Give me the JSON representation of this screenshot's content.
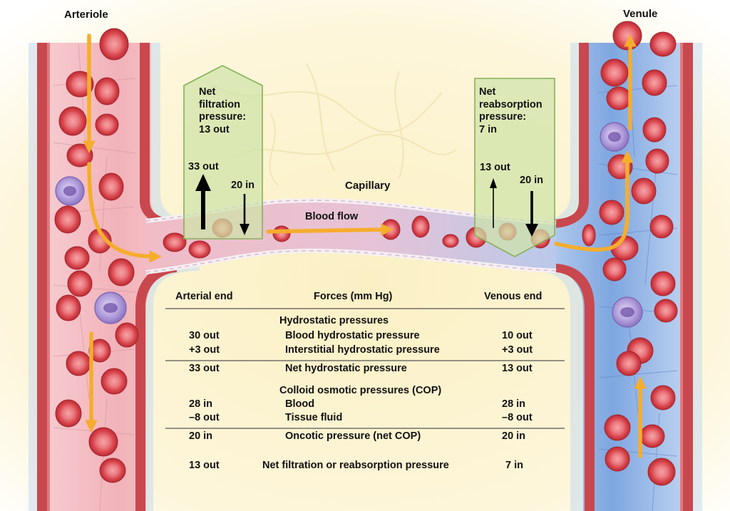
{
  "labels": {
    "arteriole": "Arteriole",
    "venule": "Venule",
    "capillary": "Capillary",
    "blood_flow": "Blood flow"
  },
  "filtration_box": {
    "title_lines": [
      "Net",
      "filtration",
      "pressure:",
      "13 out"
    ],
    "arrow_out_label": "33 out",
    "arrow_in_label": "20 in"
  },
  "reabsorption_box": {
    "title_lines": [
      "Net",
      "reabsorption",
      "pressure:",
      "7 in"
    ],
    "arrow_out_label": "13 out",
    "arrow_in_label": "20 in"
  },
  "table": {
    "headers": [
      "Arterial end",
      "Forces (mm Hg)",
      "Venous end"
    ],
    "hydrostatic_title": "Hydrostatic pressures",
    "hydrostatic_rows": [
      {
        "arterial": "30 out",
        "force": "Blood hydrostatic pressure",
        "venous": "10 out"
      },
      {
        "arterial": "+3 out",
        "force": "Interstitial hydrostatic pressure",
        "venous": "+3 out"
      }
    ],
    "hydrostatic_net": {
      "arterial": "33 out",
      "force": "Net hydrostatic pressure",
      "venous": "13 out"
    },
    "colloid_title": "Colloid osmotic pressures (COP)",
    "colloid_rows": [
      {
        "arterial": "28 in",
        "force": "Blood",
        "venous": "28 in"
      },
      {
        "arterial": "–8 out",
        "force": "Tissue fluid",
        "venous": "–8 out"
      }
    ],
    "colloid_net": {
      "arterial": "20 in",
      "force": "Oncotic pressure (net COP)",
      "venous": "20 in"
    },
    "final": {
      "arterial": "13 out",
      "force": "Net filtration or reabsorption pressure",
      "venous": "7 in"
    }
  },
  "colors": {
    "background": "#fdf6d8",
    "arterial_vessel": "#f2b8bf",
    "vessel_wall": "#c8484e",
    "venous_vessel": "#8fb5e6",
    "capillary_wall": "#e8c3d6",
    "flow_arrow": "#f5ad2c",
    "pressure_box_fill": "#cfe3a8",
    "pressure_box_stroke": "#86b05a",
    "red_blood_cell": "#d9434b",
    "white_blood_cell": "#a58fd0"
  }
}
